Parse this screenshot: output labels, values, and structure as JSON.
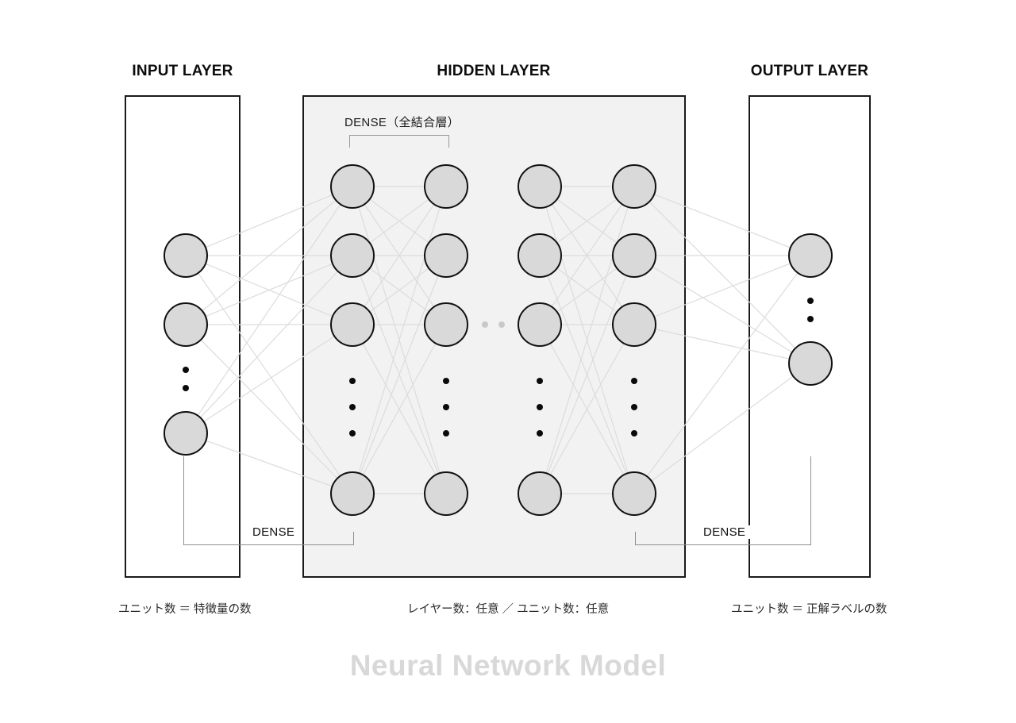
{
  "diagram": {
    "watermark_title": "Neural Network Model",
    "background_color": "#ffffff",
    "hidden_panel_color": "#f2f2f2",
    "node_fill_color": "#d9d9d9",
    "node_border_color": "#111111",
    "wire_color": "#dcdcdc"
  },
  "layers": {
    "input": {
      "title": "INPUT LAYER",
      "caption": "ユニット数 ＝ 特徴量の数",
      "node_count_shown": 3,
      "ellipsis_dots": 2
    },
    "hidden": {
      "title": "HIDDEN LAYER",
      "caption": "レイヤー数：任意 ／ ユニット数：任意",
      "dense_label": "DENSE（全結合層）",
      "column_count_shown": 4,
      "nodes_per_column_shown": 4,
      "ellipsis_dots_per_column": 3,
      "column_ellipsis_dots": 2
    },
    "output": {
      "title": "OUTPUT LAYER",
      "caption": "ユニット数 ＝ 正解ラベルの数",
      "node_count_shown": 2,
      "ellipsis_dots": 2
    }
  },
  "connectors": {
    "left_dense_label": "DENSE",
    "right_dense_label": "DENSE"
  }
}
